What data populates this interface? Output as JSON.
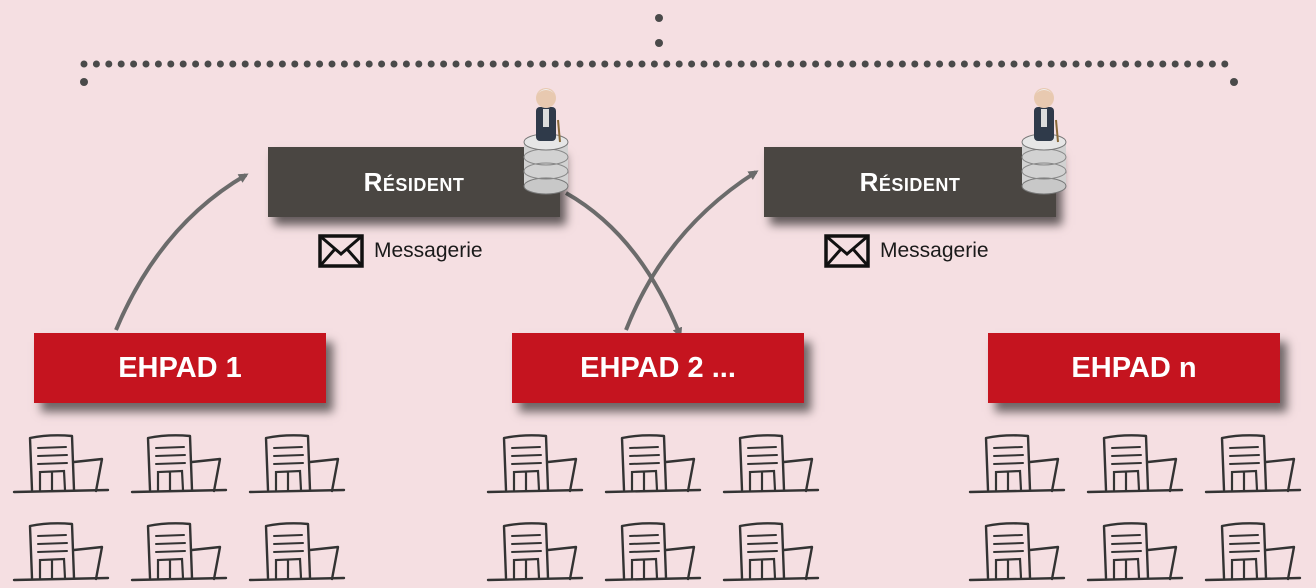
{
  "residents": [
    {
      "label": "Résident",
      "messaging": "Messagerie",
      "server_icon": "elderly-person-on-database-icon"
    },
    {
      "label": "Résident",
      "messaging": "Messagerie",
      "server_icon": "elderly-person-on-database-icon"
    }
  ],
  "ehpads": [
    {
      "label": "EHPAD 1"
    },
    {
      "label": "EHPAD 2 ..."
    },
    {
      "label": "EHPAD n"
    }
  ],
  "icons": {
    "envelope": "envelope-icon",
    "building": "building-icon",
    "arrow": "curved-arrow"
  },
  "colors": {
    "background": "#f5dfe2",
    "resident_box": "#4a4642",
    "ehpad_box": "#c5141f",
    "connector": "#6b6b6b",
    "dots": "#4a4a4a"
  }
}
